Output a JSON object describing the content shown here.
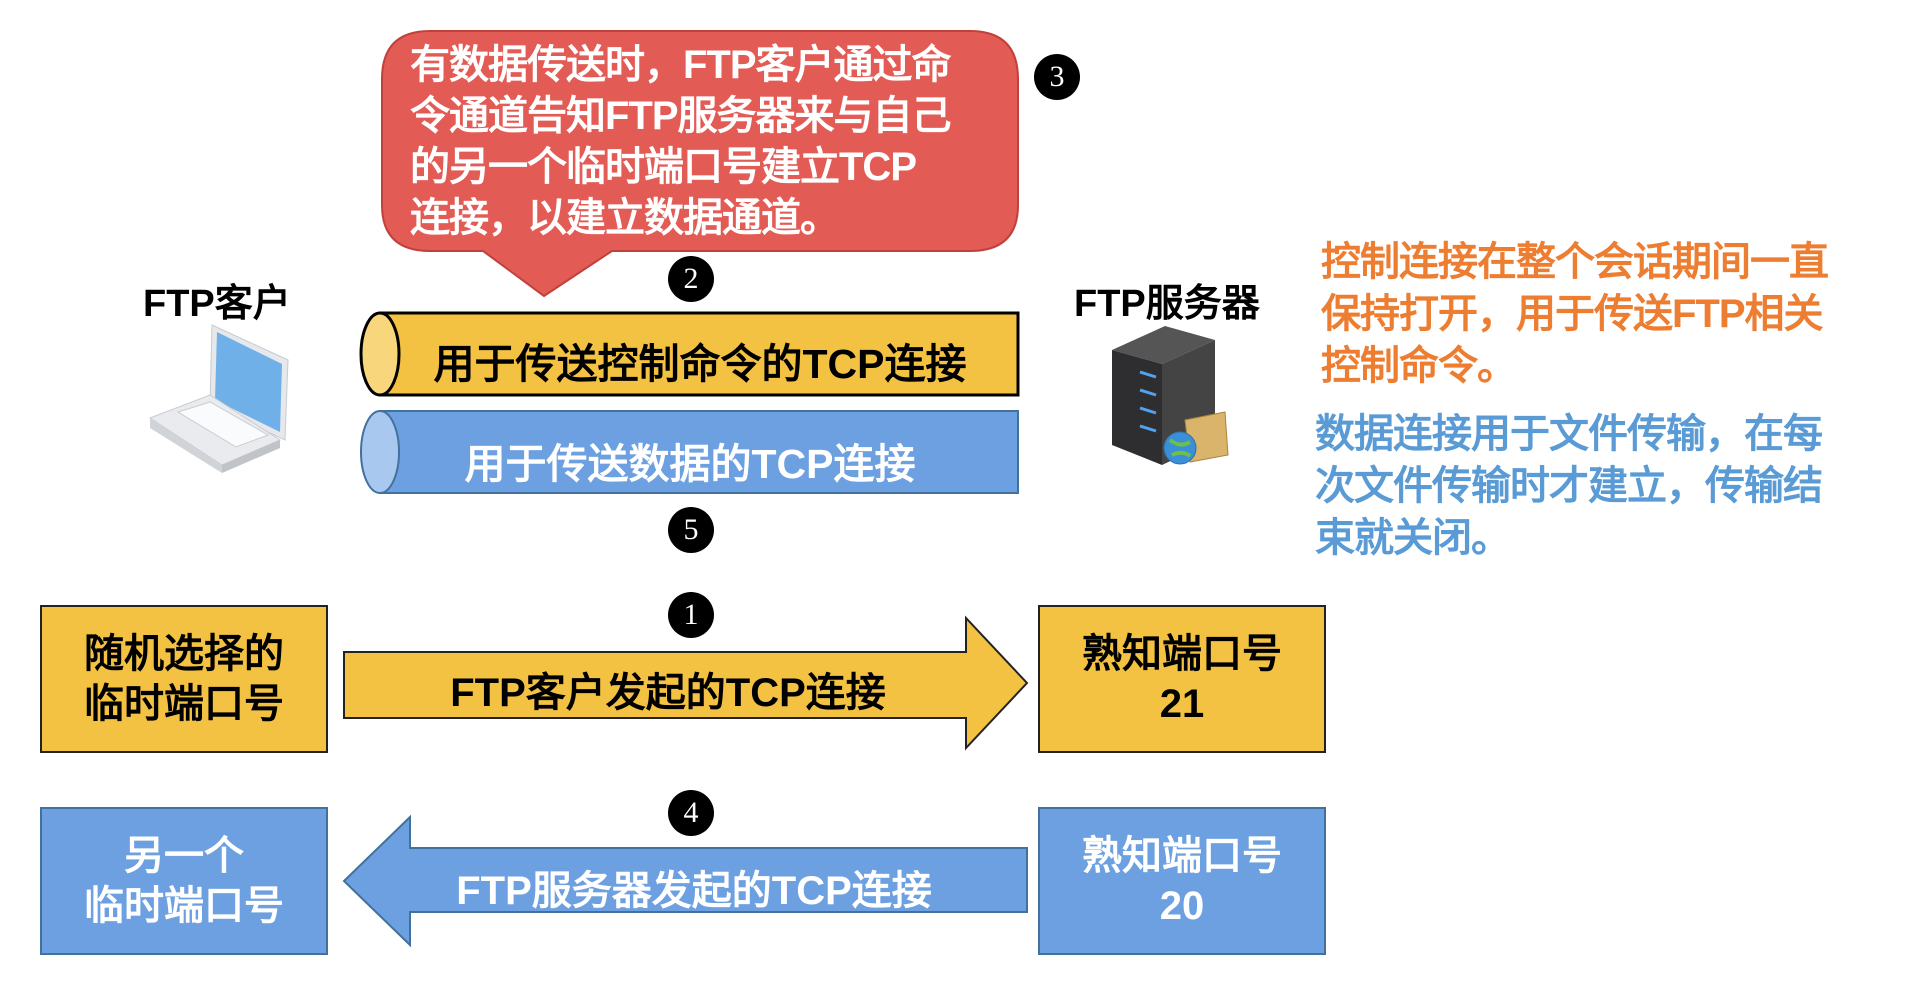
{
  "bubble": {
    "lines": [
      "有数据传送时，FTP客户通过命",
      "令通道告知FTP服务器来与自己",
      "的另一个临时端口号建立TCP",
      "连接，以建立数据通道。"
    ],
    "color": "#E35B55"
  },
  "steps": {
    "one": "1",
    "two": "2",
    "three": "3",
    "four": "4",
    "five": "5"
  },
  "client": {
    "label": "FTP客户",
    "icon": "laptop-icon"
  },
  "server": {
    "label": "FTP服务器",
    "icon": "server-icon"
  },
  "control_connection": {
    "label": "用于传送控制命令的TCP连接",
    "color": "#F4C242"
  },
  "data_connection": {
    "label": "用于传送数据的TCP连接",
    "color": "#6CA0E0"
  },
  "notes": {
    "control": [
      "控制连接在整个会话期间一直",
      "保持打开，用于传送FTP相关",
      "控制命令。"
    ],
    "control_color": "#ED7D31",
    "data": [
      "数据连接用于文件传输，在每",
      "次文件传输时才建立，传输结",
      "束就关闭。"
    ],
    "data_color": "#5B9BD5"
  },
  "client_port_random": [
    "随机选择的",
    "临时端口号"
  ],
  "client_initiated": "FTP客户发起的TCP连接",
  "server_port_21": [
    "熟知端口号",
    "21"
  ],
  "client_port_other": [
    "另一个",
    "临时端口号"
  ],
  "server_initiated": "FTP服务器发起的TCP连接",
  "server_port_20": [
    "熟知端口号",
    "20"
  ]
}
